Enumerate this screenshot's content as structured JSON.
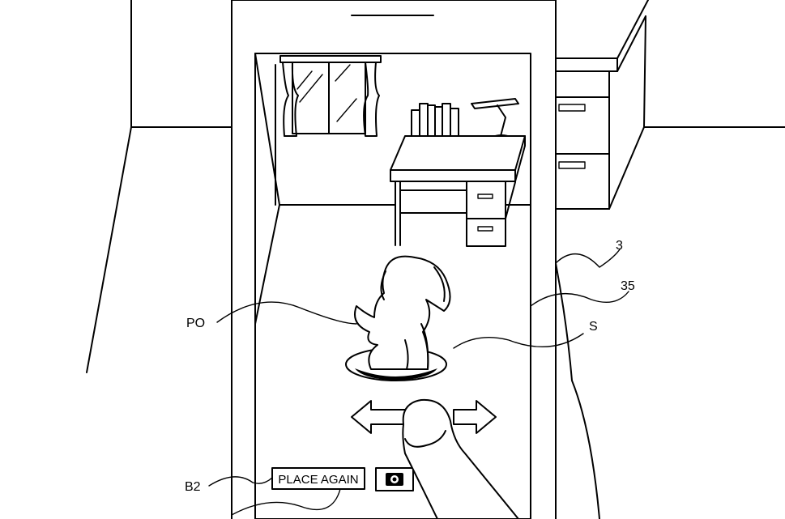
{
  "labels": {
    "device_ref": "3",
    "screen_ref": "35",
    "object_ref": "PO",
    "shadow_ref": "S",
    "button_ref": "B2"
  },
  "screen": {
    "place_again_button": "PLACE AGAIN",
    "camera_button_icon": "camera-icon",
    "move_arrows": [
      "arrow-left-icon",
      "arrow-right-icon"
    ]
  }
}
